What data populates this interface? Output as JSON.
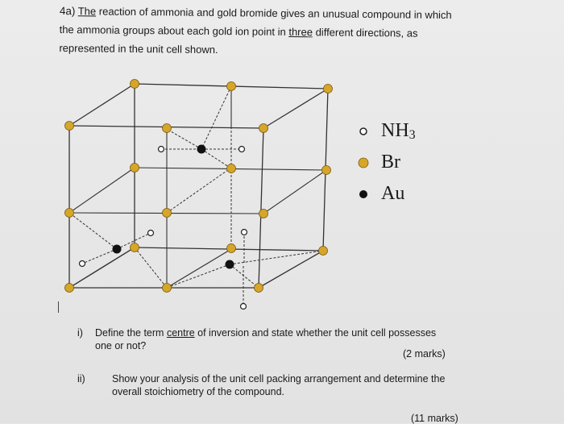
{
  "intro": {
    "label": "4a)",
    "underlined_word": "The",
    "line1_rest": " reaction of ammonia and gold bromide gives an unusual compound in which",
    "line2_part1": "the ammonia groups about each gold ion point in ",
    "line2_underlined": "three",
    "line2_part2": " different directions, as",
    "line3": "represented in the unit cell shown."
  },
  "legend": {
    "items": [
      {
        "name": "NH",
        "subscript": "3",
        "marker": "open-circle",
        "color": "#ffffff"
      },
      {
        "name": "Br",
        "subscript": "",
        "marker": "gold-circle",
        "color": "#d6a62a"
      },
      {
        "name": "Au",
        "subscript": "",
        "marker": "black-circle",
        "color": "#111111"
      }
    ]
  },
  "questions": [
    {
      "number": "i)",
      "line1_part1": "Define the term ",
      "line1_underlined": "centre",
      "line1_part2": " of inversion and state whether the unit cell possesses",
      "line2": "one or not?",
      "marks": "(2 marks)"
    },
    {
      "number": "ii)",
      "line1": "Show your analysis of the unit cell packing arrangement and determine the",
      "line2": "overall stoichiometry of the compound.",
      "marks": "(11 marks)"
    }
  ],
  "colors": {
    "bromide": "#d6a62a",
    "gold": "#111111",
    "ammonia": "#ffffff",
    "edge": "#333333"
  }
}
